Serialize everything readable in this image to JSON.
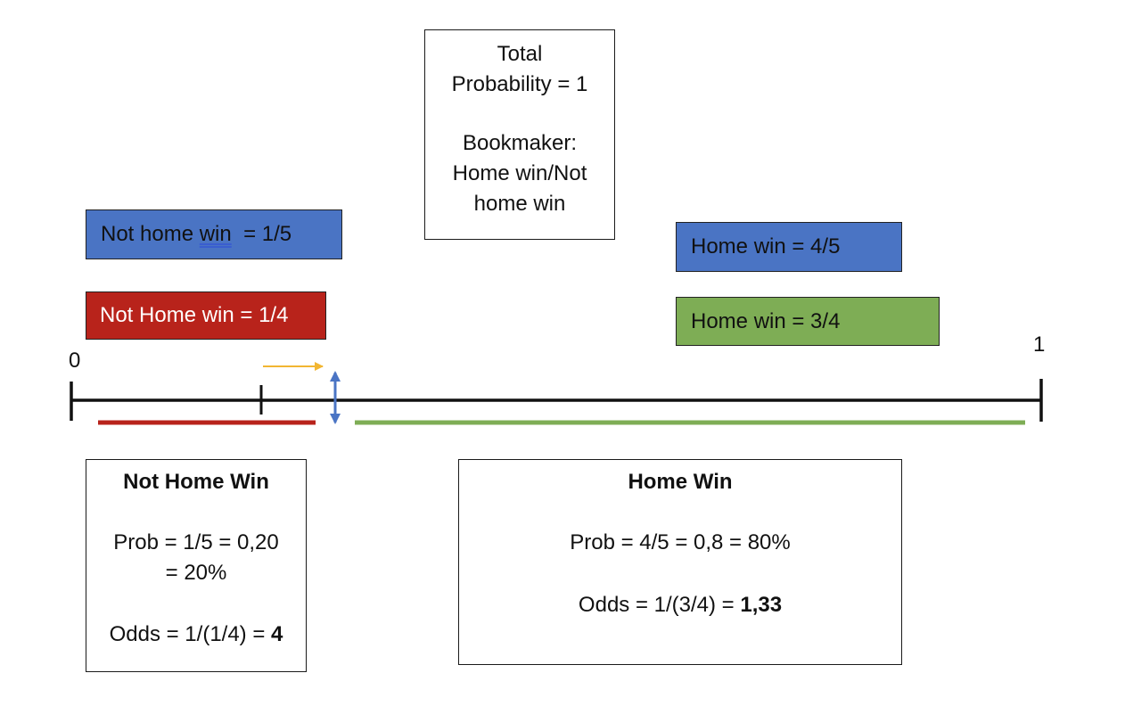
{
  "total_box": {
    "line1": "Total",
    "line2": "Probability = 1",
    "line3": "Bookmaker:",
    "line4": "Home win/Not",
    "line5": "home win"
  },
  "tags": {
    "blue_left_prefix": "Not home ",
    "blue_left_underlined": "win",
    "blue_left_suffix": "  = 1/5",
    "red_left": "Not Home win = 1/4",
    "blue_right": "Home win = 4/5",
    "green_right": "Home win = 3/4"
  },
  "axis": {
    "start_label": "0",
    "end_label": "1"
  },
  "not_home_box": {
    "title": "Not Home Win",
    "prob_line1": "Prob = 1/5 = 0,20",
    "prob_line2": "= 20%",
    "odds_prefix": "Odds = 1/(1/4) = ",
    "odds_value": "4"
  },
  "home_box": {
    "title": "Home Win",
    "prob_line": "Prob = 4/5 = 0,8 = 80%",
    "odds_prefix": "Odds = 1/(3/4) = ",
    "odds_value": "1,33"
  },
  "colors": {
    "blue": "#4a74c4",
    "red": "#b8231b",
    "green": "#7ead55",
    "yellow_arrow": "#f2b632",
    "blue_arrow": "#4a74c4"
  }
}
